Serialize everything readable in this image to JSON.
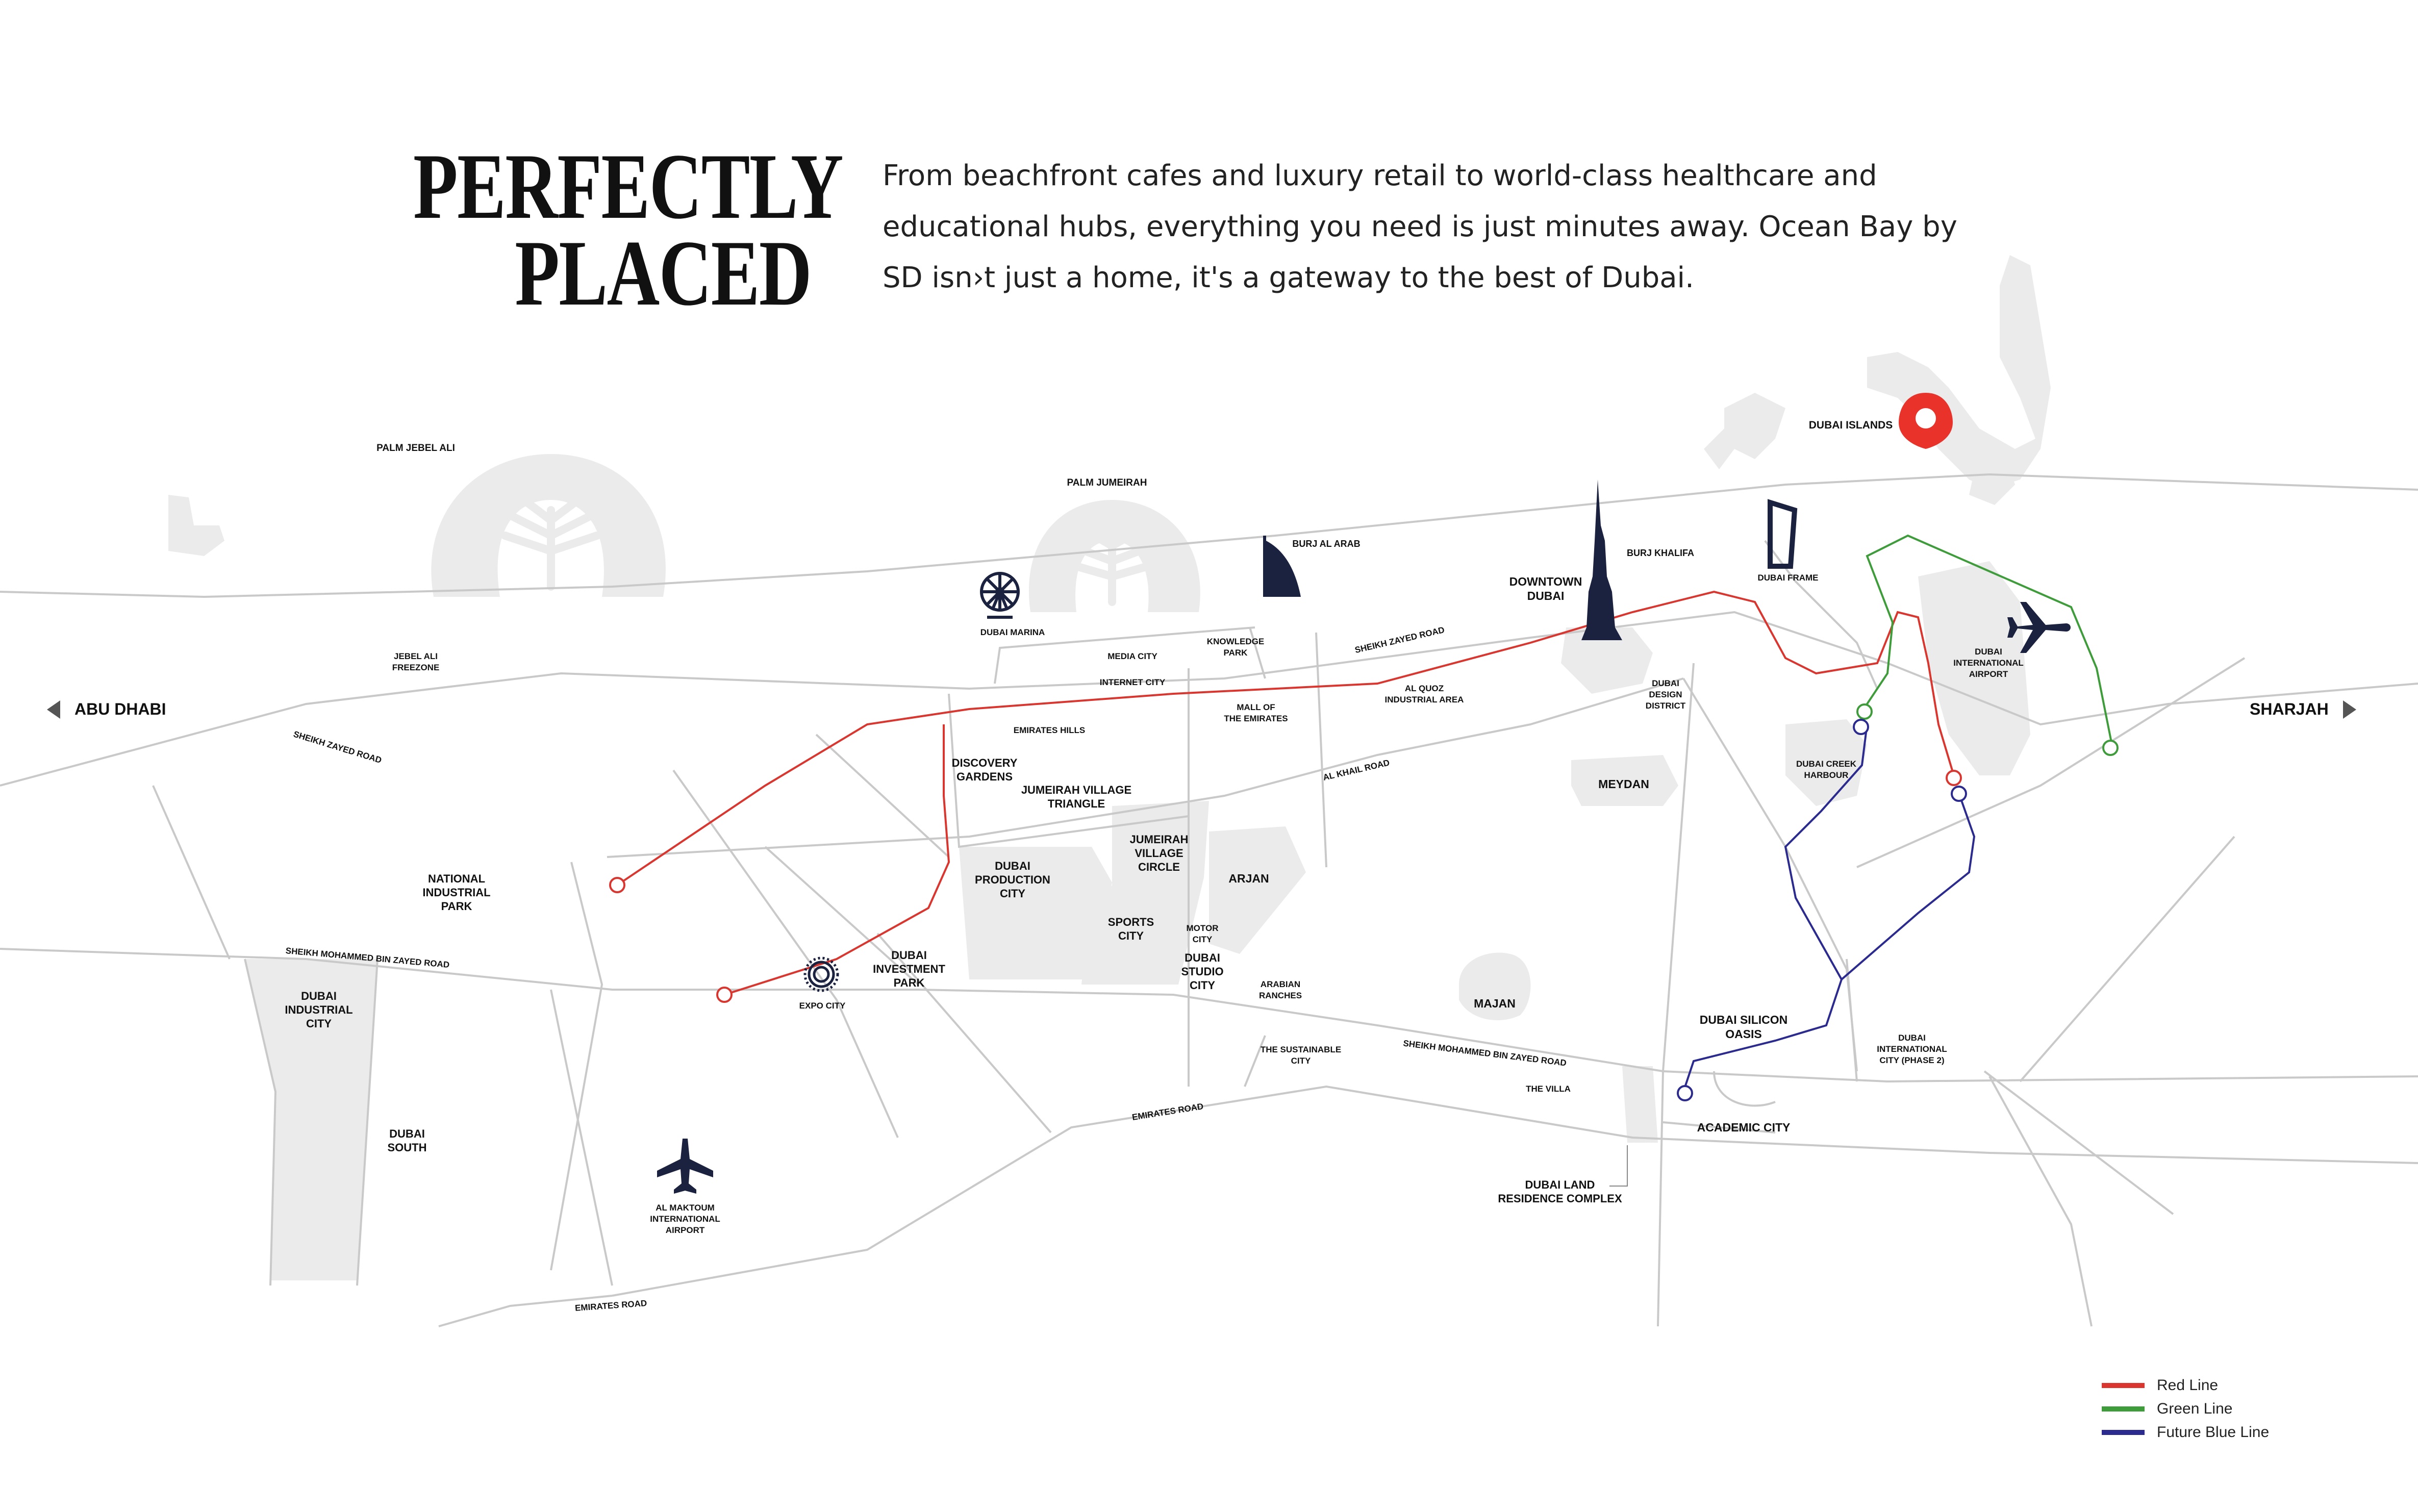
{
  "heading": {
    "line1": "PERFECTLY",
    "line2": "PLACED"
  },
  "intro": "From beachfront cafes and luxury retail to world-class healthcare and educational hubs, everything you need is just minutes away. Ocean Bay by SD isn›t just a home, it's a gateway to the best of Dubai.",
  "directions": {
    "west": "ABU DHABI",
    "east": "SHARJAH"
  },
  "places": {
    "palm_jebel_ali": "PALM JEBEL ALI",
    "palm_jumeirah": "PALM JUMEIRAH",
    "dubai_islands": "DUBAI ISLANDS",
    "burj_al_arab": "BURJ AL ARAB",
    "burj_khalifa": "BURJ KHALIFA",
    "dubai_frame": "DUBAI FRAME",
    "downtown_1": "DOWNTOWN",
    "downtown_2": "DUBAI",
    "dubai_marina": "DUBAI MARINA",
    "jebel_ali_1": "JEBEL ALI",
    "jebel_ali_2": "FREEZONE",
    "media_city": "MEDIA CITY",
    "knowledge_1": "KNOWLEDGE",
    "knowledge_2": "PARK",
    "internet_city": "INTERNET CITY",
    "moe_1": "MALL OF",
    "moe_2": "THE EMIRATES",
    "al_quoz_1": "AL QUOZ",
    "al_quoz_2": "INDUSTRIAL AREA",
    "emirates_hills": "EMIRATES HILLS",
    "design_1": "DUBAI",
    "design_2": "DESIGN",
    "design_3": "DISTRICT",
    "dxb_1": "DUBAI",
    "dxb_2": "INTERNATIONAL",
    "dxb_3": "AIRPORT",
    "meydan": "MEYDAN",
    "creek_1": "DUBAI CREEK",
    "creek_2": "HARBOUR",
    "discovery_1": "DISCOVERY",
    "discovery_2": "GARDENS",
    "jvt_1": "JUMEIRAH VILLAGE",
    "jvt_2": "TRIANGLE",
    "jvc_1": "JUMEIRAH",
    "jvc_2": "VILLAGE",
    "jvc_3": "CIRCLE",
    "arjan": "ARJAN",
    "dpc_1": "DUBAI",
    "dpc_2": "PRODUCTION",
    "dpc_3": "CITY",
    "nip_1": "NATIONAL",
    "nip_2": "INDUSTRIAL",
    "nip_3": "PARK",
    "sports_1": "SPORTS",
    "sports_2": "CITY",
    "motor_1": "MOTOR",
    "motor_2": "CITY",
    "studio_1": "DUBAI",
    "studio_2": "STUDIO",
    "studio_3": "CITY",
    "dip_1": "DUBAI",
    "dip_2": "INVESTMENT",
    "dip_3": "PARK",
    "expo_city": "EXPO CITY",
    "arabian_1": "ARABIAN",
    "arabian_2": "RANCHES",
    "majan": "MAJAN",
    "silicon_1": "DUBAI SILICON",
    "silicon_2": "OASIS",
    "dic_1": "DUBAI",
    "dic_2": "INTERNATIONAL",
    "dic_3": "CITY (PHASE 2)",
    "dic_ind_1": "DUBAI",
    "dic_ind_2": "INDUSTRIAL",
    "dic_ind_3": "CITY",
    "sustainable_1": "THE SUSTAINABLE",
    "sustainable_2": "CITY",
    "the_villa": "THE VILLA",
    "academic_city": "ACADEMIC CITY",
    "dlrc_1": "DUBAI LAND",
    "dlrc_2": "RESIDENCE COMPLEX",
    "south_1": "DUBAI",
    "south_2": "SOUTH",
    "dwc_1": "AL MAKTOUM",
    "dwc_2": "INTERNATIONAL",
    "dwc_3": "AIRPORT"
  },
  "roads": {
    "sheikh_zayed_west": "SHEIKH ZAYED ROAD",
    "sheikh_zayed_east": "SHEIKH ZAYED ROAD",
    "al_khail": "AL KHAIL ROAD",
    "smbz_west": "SHEIKH MOHAMMED BIN ZAYED ROAD",
    "smbz_east": "SHEIKH MOHAMMED BIN ZAYED ROAD",
    "emirates_mid": "EMIRATES ROAD",
    "emirates_south": "EMIRATES ROAD"
  },
  "legend": [
    {
      "label": "Red Line",
      "color": "#d9362f"
    },
    {
      "label": "Green Line",
      "color": "#3f9c3b"
    },
    {
      "label": "Future Blue Line",
      "color": "#2b2a8f"
    }
  ],
  "colors": {
    "road": "#c9c9c9",
    "district": "#ebebeb",
    "pin": "#e8322a",
    "landmark": "#1a2240"
  },
  "icons": [
    "map-pin-icon",
    "airplane-icon",
    "ferris-wheel-icon",
    "burj-khalifa-icon",
    "burj-al-arab-icon",
    "dubai-frame-icon",
    "expo-city-icon",
    "arrow-left-icon",
    "arrow-right-icon"
  ]
}
